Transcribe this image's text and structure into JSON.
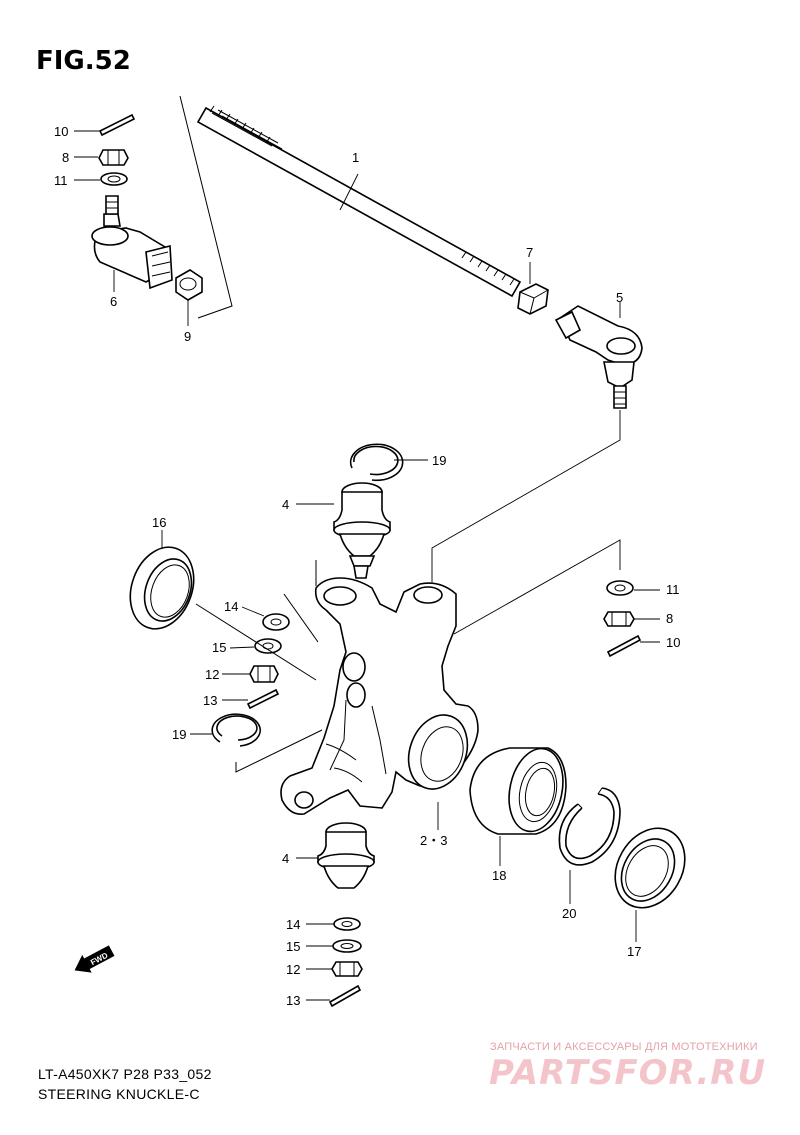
{
  "figure": {
    "title": "FIG.52",
    "code": "LT-A450XK7 P28 P33_052",
    "name": "STEERING KNUCKLE-C",
    "fwd_label": "FWD"
  },
  "callouts": {
    "c1": "1",
    "c2_3": "2・3",
    "c4a": "4",
    "c4b": "4",
    "c5": "5",
    "c6": "6",
    "c7": "7",
    "c8a": "8",
    "c8b": "8",
    "c9": "9",
    "c10a": "10",
    "c10b": "10",
    "c11a": "11",
    "c11b": "11",
    "c12a": "12",
    "c12b": "12",
    "c13a": "13",
    "c13b": "13",
    "c14a": "14",
    "c14b": "14",
    "c15a": "15",
    "c15b": "15",
    "c16": "16",
    "c17": "17",
    "c18": "18",
    "c19a": "19",
    "c19b": "19",
    "c20": "20"
  },
  "watermark": {
    "tagline": "ЗАПЧАСТИ И АКСЕССУАРЫ ДЛЯ МОТОТЕХНИКИ",
    "brand": "PARTSFOR.RU"
  },
  "colors": {
    "line": "#000000",
    "watermark": "#f3c5ca"
  }
}
